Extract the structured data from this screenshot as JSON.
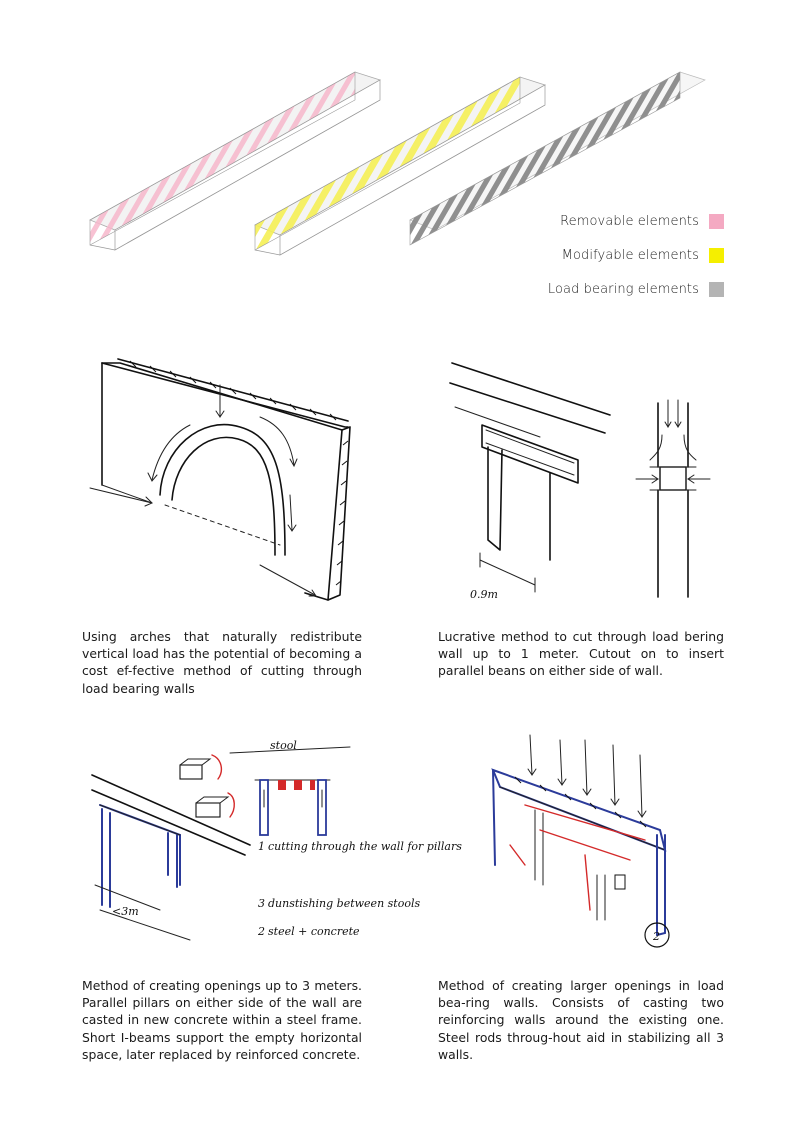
{
  "legend": {
    "items": [
      {
        "label": "Removable elements",
        "color": "#f4a9c2"
      },
      {
        "label": "Modifyable elements",
        "color": "#f5ef00"
      },
      {
        "label": "Load bearing elements",
        "color": "#b4b4b4"
      }
    ]
  },
  "captions": {
    "arch": "Using arches that naturally redistribute vertical load has the potential of becoming a cost ef-fective method of cutting through load bearing walls",
    "lucrative": "Lucrative method to cut through load bering wall up to 1 meter. Cutout on to insert parallel beans on either side of wall.",
    "pillars": "Method of creating openings up to 3 meters. Parallel pillars on either side of the wall are casted in new concrete within a steel frame. Short I-beams support the empty horizontal space, later replaced by reinforced concrete.",
    "larger": "Method of creating larger openings in load bea-ring walls. Consists of casting two reinforcing walls around the existing one. Steel rods throug-hout aid in stabilizing all 3 walls."
  },
  "sketch_labels": {
    "width_09": "0.9m",
    "width_3": "<3m",
    "stool": "stool",
    "step1": "cutting through the wall for pillars",
    "step3": "dunstishing between stools",
    "step2": "steel + concrete",
    "num_1": "1",
    "num_3": "3",
    "num_2": "2",
    "num_4": "2"
  }
}
